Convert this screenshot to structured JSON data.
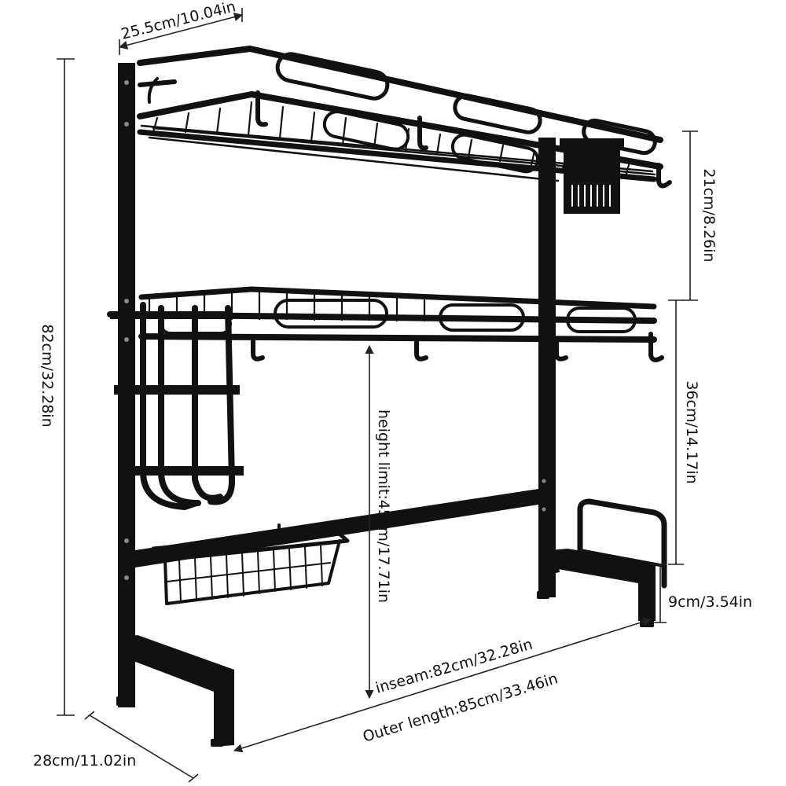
{
  "dimensions": {
    "top_depth": "25.5cm/10.04in",
    "total_height": "82cm/32.28in",
    "top_tier_height": "21cm/8.26in",
    "middle_tier_height": "36cm/14.17in",
    "height_limit": "height limit:45cm/17.71in",
    "foot_height": "9cm/3.54in",
    "inseam": "inseam:82cm/32.28in",
    "outer_length": "Outer length:85cm/33.46in",
    "base_depth": "28cm/11.02in"
  },
  "colors": {
    "rack": "#111111",
    "dimension_line": "#222222",
    "background": "#ffffff"
  }
}
